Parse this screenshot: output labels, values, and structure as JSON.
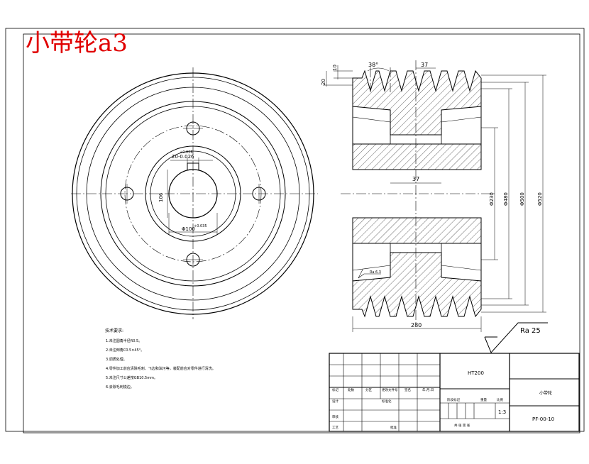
{
  "title": "小带轮a3",
  "dimensions": {
    "angle": "38°",
    "groove_pitch": "37",
    "groove_depth": "10",
    "rim_height": "20",
    "hub_width": "37",
    "overall_width": "280",
    "dia_hub": "Φ230",
    "dia_web": "Φ480",
    "dia_groove": "Φ500",
    "dia_outer": "Φ520",
    "key_width": "20-0.026",
    "key_width_tol": "+0.026",
    "bore_depth": "106",
    "bore_dia": "Φ100",
    "bore_tol": "+0.035"
  },
  "surface": {
    "ra_main": "Ra 25",
    "ra_small": "Ra 6.3"
  },
  "tech_notes": {
    "heading": "技术要求:",
    "items": [
      "1.未注圆角半径R0.5。",
      "2.未注倒角C0.5×45°。",
      "3.调质处理。",
      "4.零件加工前应清除毛刺、飞边和油污等，装配前应对零件进行清洗。",
      "5.未注尺寸公差按GB10.5mm。",
      "6.去除毛刺锐边。"
    ]
  },
  "title_block": {
    "material": "HT200",
    "part_name": "小带轮",
    "drawing_no": "PF-00-10",
    "scale": "1:3",
    "row_labels": [
      "标记",
      "处数",
      "分区",
      "更改文件号",
      "签名",
      "年.月.日"
    ],
    "left_labels": [
      "设计",
      "审核",
      "工艺"
    ],
    "std": "标准化",
    "approve": "批准",
    "stage": "阶段标记",
    "weight": "重量",
    "ratio": "比例",
    "sheets": "共 张 第 张"
  }
}
